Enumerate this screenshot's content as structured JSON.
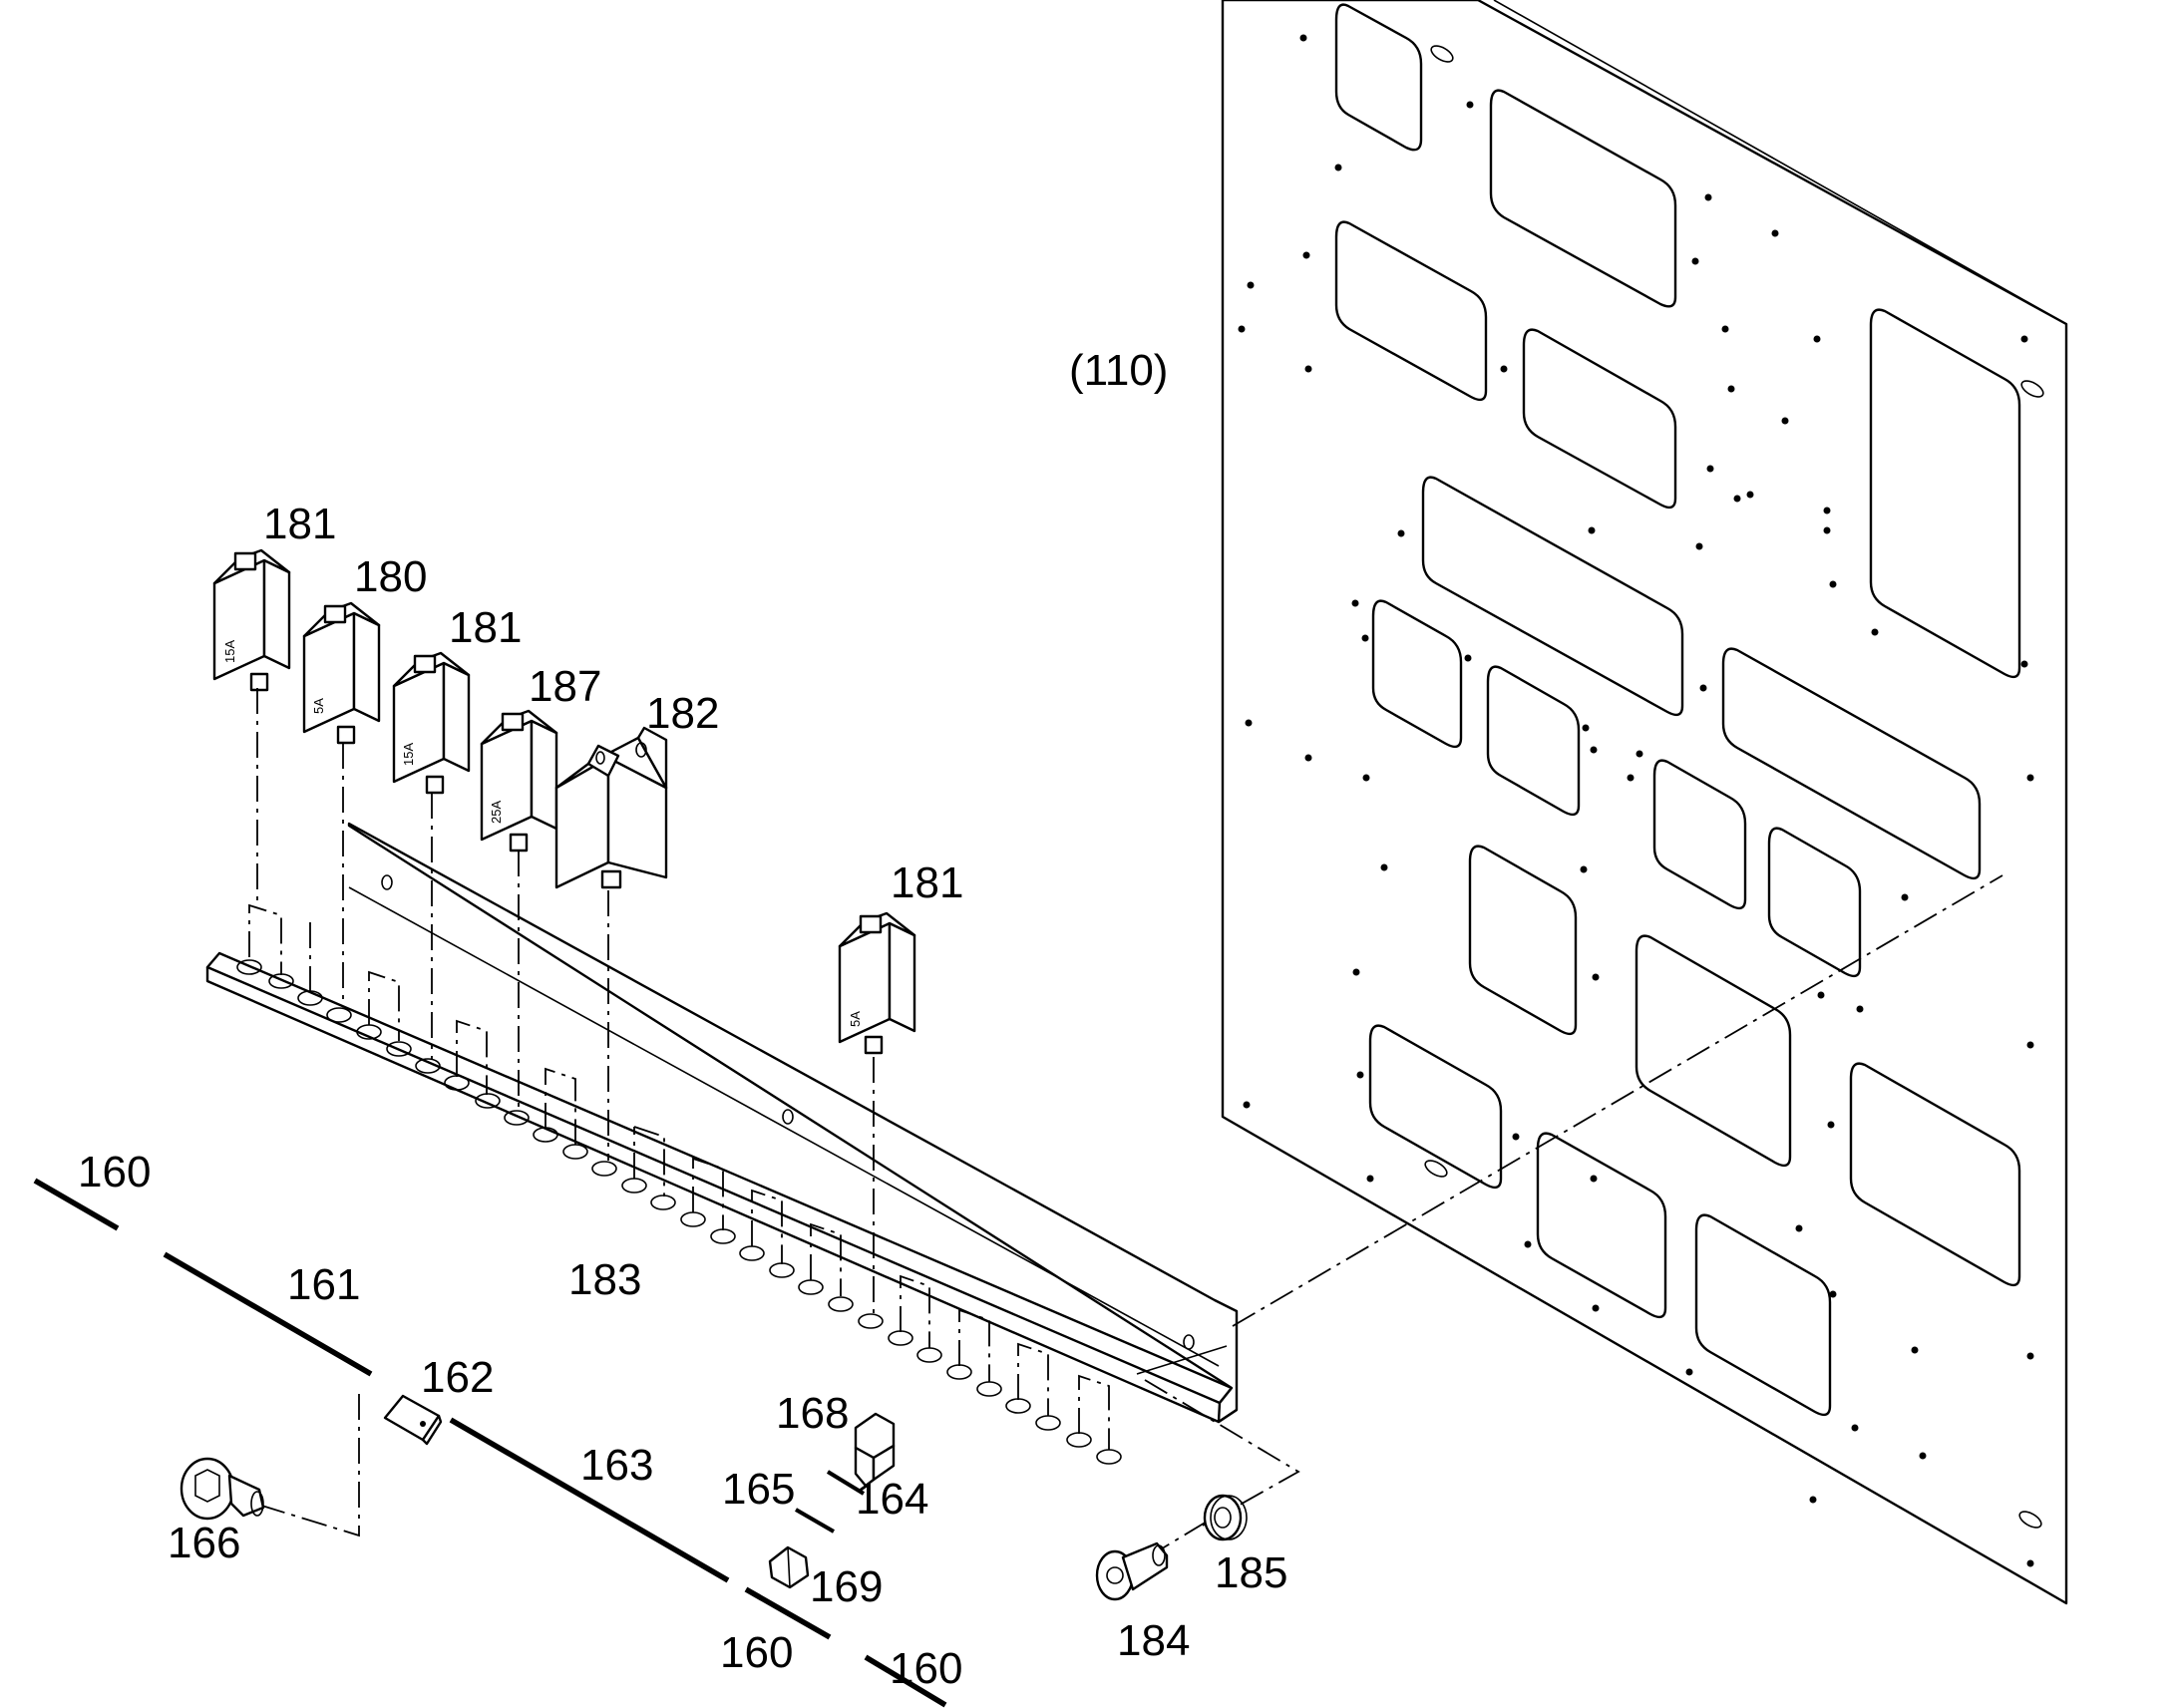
{
  "diagram": {
    "plate_label": "(110)",
    "fuse_ratings": {
      "fuse_a": "15A",
      "fuse_b": "5A",
      "fuse_c": "15A",
      "fuse_d": "25A",
      "fuse_e": "5A"
    },
    "callouts": {
      "c181_a": "181",
      "c180": "180",
      "c181_b": "181",
      "c187": "187",
      "c182": "182",
      "c181_c": "181",
      "c183": "183",
      "c160_a": "160",
      "c161": "161",
      "c162": "162",
      "c163": "163",
      "c166": "166",
      "c168": "168",
      "c165": "165",
      "c164": "164",
      "c169": "169",
      "c160_b": "160",
      "c160_c": "160",
      "c184": "184",
      "c185": "185"
    }
  }
}
